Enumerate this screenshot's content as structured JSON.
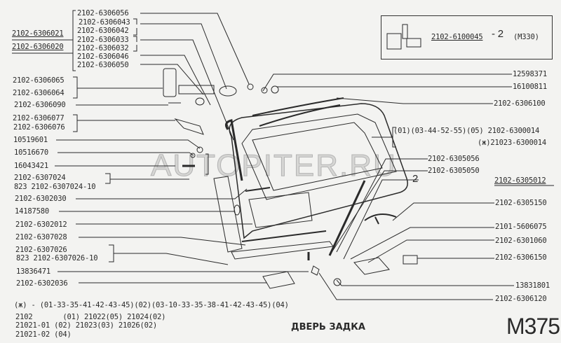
{
  "page_title": "ДВЕРЬ ЗАДКА",
  "page_code": "M375",
  "watermark": "AUTOPITER.RU",
  "kit_box": {
    "part": "2102-6100045",
    "qty": "- 2",
    "ref": "(M330)"
  },
  "assembly_labels": {
    "a": "2102-6306021",
    "b": "2102-6306020"
  },
  "hinge_labels": [
    "2102-6306056",
    "2102-6306043",
    "2102-6306042",
    "2102-6306033",
    "2102-6306032",
    "2102-6306046",
    "2102-6306050"
  ],
  "left_labels": [
    "2102-6306065",
    "2102-6306064",
    "2102-6306090",
    "2102-6306077",
    "2102-6306076",
    "10519601",
    "10516670",
    "16043421",
    "2102-6307024",
    "823 2102-6307024-10",
    "2102-6302030",
    "14187580",
    "2102-6302012",
    "2102-6307028",
    "2102-6307026",
    "823 2102-6307026-10",
    "13836471",
    "2102-6302036"
  ],
  "right_labels": {
    "r1": "12598371",
    "r2": "16100811",
    "r3": "2102-6306100",
    "r4": "(01)(03-44-52-55)(05) 2102-6300014",
    "r5": "(ж)21023-6300014",
    "r6": "2102-6305056",
    "r7": "2102-6305050",
    "r8": "2",
    "r9": "2102-6305012",
    "r10": "2102-6305150",
    "r11": "2101-5606075",
    "r12": "2102-6301060",
    "r13": "2102-6306150",
    "r14": "13831801",
    "r15": "2102-6306120"
  },
  "footnote": {
    "line": "(ж) - (01-33-35-41-42-43-45)(02)(03-10-33-35-38-41-42-43-45)(04)",
    "rows": [
      "2102       (01) 21022(05) 21024(02)",
      "21021-01 (02) 21023(03) 21026(02)",
      "21021-02 (04)"
    ]
  }
}
